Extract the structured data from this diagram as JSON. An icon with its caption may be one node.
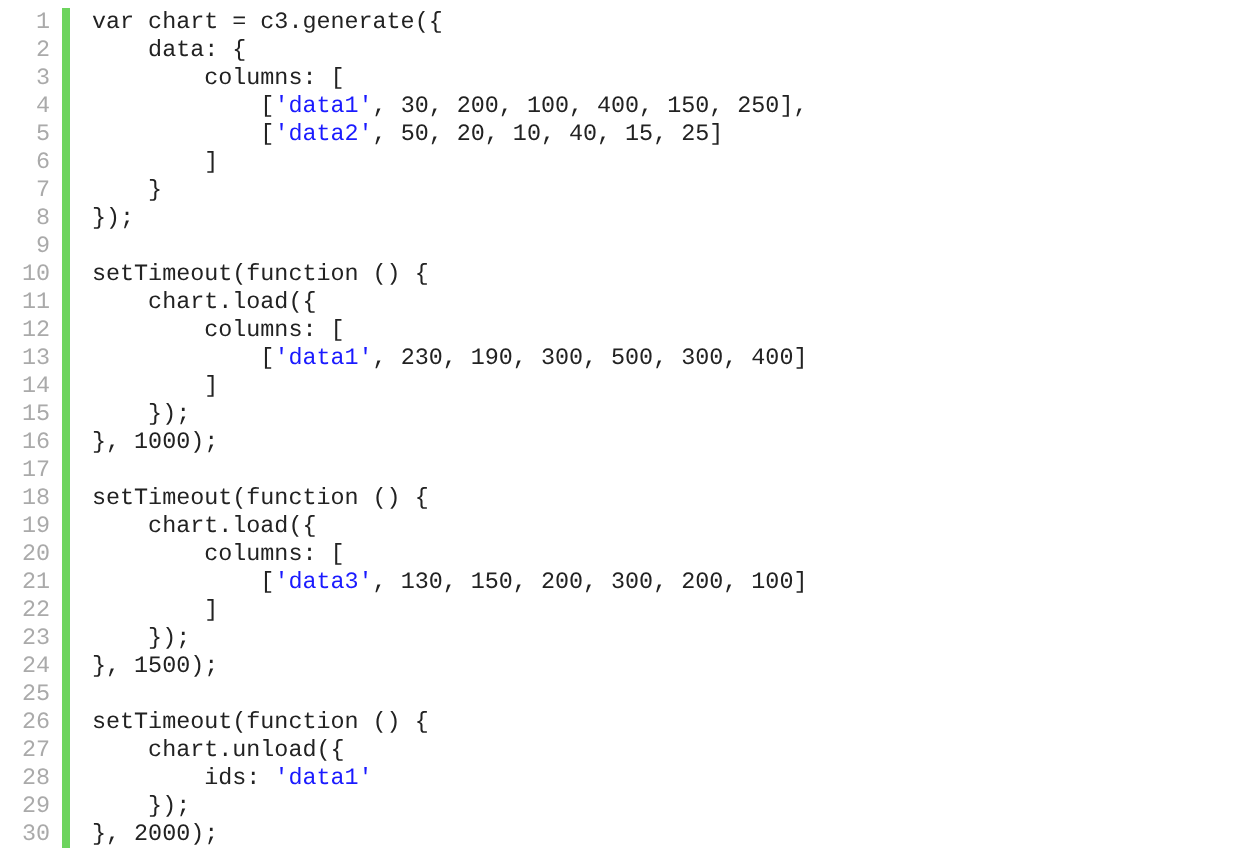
{
  "diagram": {
    "labels": [
      "1",
      "var chart = c3.generate({",
      "2",
      "    data: {",
      "3",
      "        columns: [",
      "4",
      "            ['data1', 30, 200, 100, 400, 150, 250],",
      "5",
      "            ['data2', 50, 20, 10, 40, 15, 25]",
      "6",
      "        ]",
      "7",
      "    }",
      "8",
      "});",
      "9",
      "10",
      "setTimeout(function () {",
      "11",
      "    chart.load({",
      "12",
      "        columns: [",
      "13",
      "            ['data1', 230, 190, 300, 500, 300, 400]",
      "14",
      "        ]",
      "15",
      "    });",
      "16",
      "}, 1000);",
      "17",
      "18",
      "setTimeout(function () {",
      "19",
      "    chart.load({",
      "20",
      "        columns: [",
      "21",
      "            ['data3', 130, 150, 200, 300, 200, 100]",
      "22",
      "        ]",
      "23",
      "    });",
      "24",
      "}, 1500);",
      "25",
      "26",
      "setTimeout(function () {",
      "27",
      "    chart.unload({",
      "28",
      "        ids: 'data1'",
      "29",
      "    });",
      "30",
      "}, 2000);"
    ]
  }
}
